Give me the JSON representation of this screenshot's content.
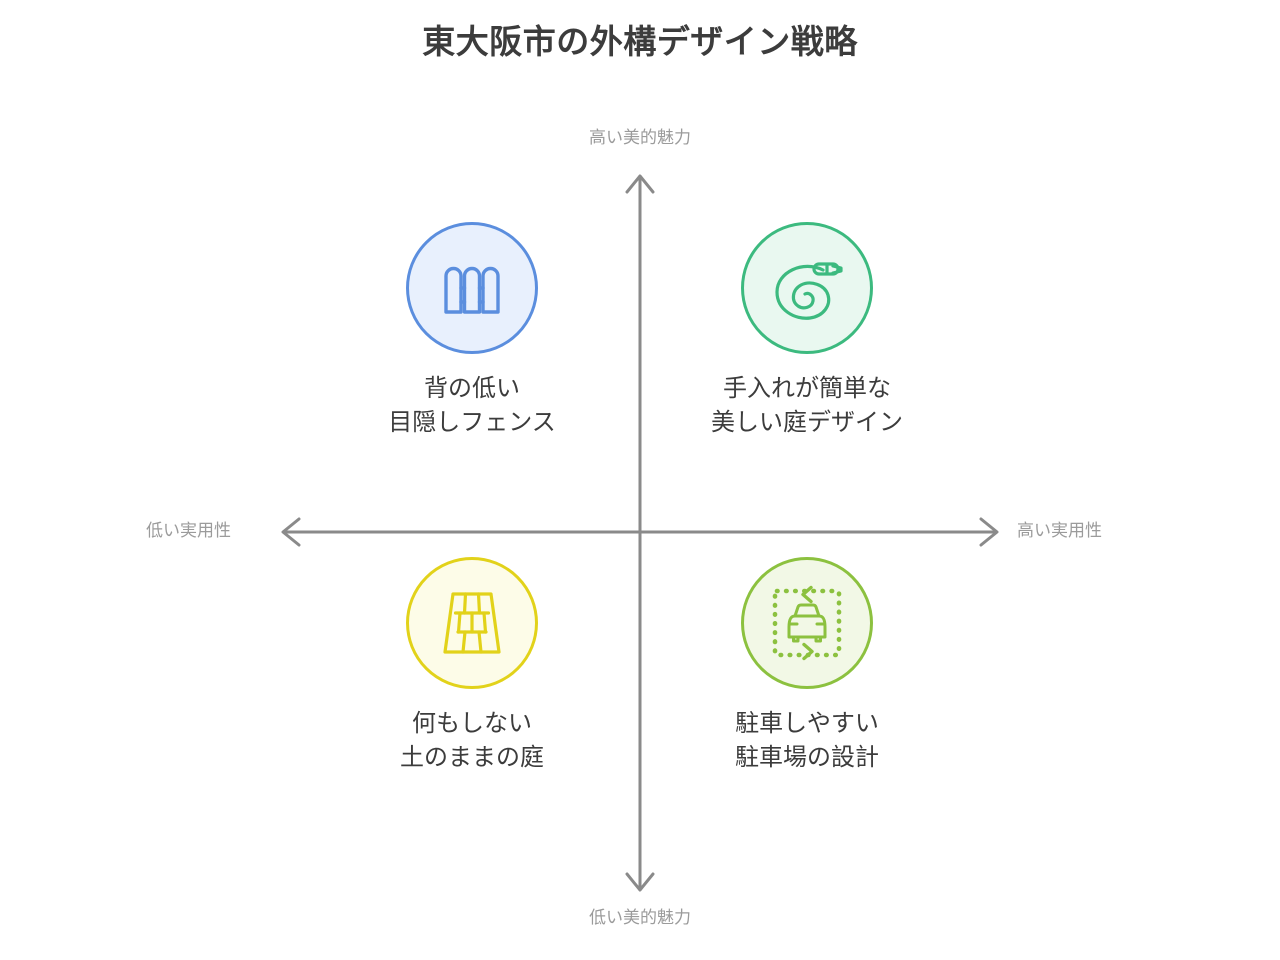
{
  "header": {
    "title": "東大阪市の外構デザイン戦略"
  },
  "axes": {
    "top_label": "高い美的魅力",
    "bottom_label": "低い美的魅力",
    "left_label": "低い実用性",
    "right_label": "高い実用性",
    "line_color": "#8a8a8a",
    "label_color": "#9b9b9b"
  },
  "quadrants": {
    "top_left": {
      "label": "背の低い\n目隠しフェンス",
      "icon": "fence-icon",
      "stroke_color": "#5b8ede",
      "fill_color": "#e8f0fd"
    },
    "top_right": {
      "label": "手入れが簡単な\n美しい庭デザイン",
      "icon": "garden-hose-icon",
      "stroke_color": "#3cba7f",
      "fill_color": "#e8f8f0"
    },
    "bottom_left": {
      "label": "何もしない\n土のままの庭",
      "icon": "paving-stones-icon",
      "stroke_color": "#e2d21a",
      "fill_color": "#fdfbe6"
    },
    "bottom_right": {
      "label": "駐車しやすい\n駐車場の設計",
      "icon": "parking-car-icon",
      "stroke_color": "#8cc13f",
      "fill_color": "#f2f8e6"
    }
  },
  "chart_data": {
    "type": "scatter",
    "title": "東大阪市の外構デザイン戦略",
    "xlabel": "実用性",
    "ylabel": "美的魅力",
    "x_axis_low": "低い実用性",
    "x_axis_high": "高い実用性",
    "y_axis_low": "低い美的魅力",
    "y_axis_high": "高い美的魅力",
    "grid": false,
    "legend": "none",
    "xlim": [
      -1,
      1
    ],
    "ylim": [
      -1,
      1
    ],
    "points": [
      {
        "label": "背の低い 目隠しフェンス",
        "quadrant": "top-left",
        "x": -0.52,
        "y": 0.62,
        "aesthetic": "high",
        "practicality": "low",
        "color": "#5b8ede"
      },
      {
        "label": "手入れが簡単な 美しい庭デザイン",
        "quadrant": "top-right",
        "x": 0.43,
        "y": 0.62,
        "aesthetic": "high",
        "practicality": "high",
        "color": "#3cba7f"
      },
      {
        "label": "何もしない 土のままの庭",
        "quadrant": "bottom-left",
        "x": -0.52,
        "y": -0.28,
        "aesthetic": "low",
        "practicality": "low",
        "color": "#e2d21a"
      },
      {
        "label": "駐車しやすい 駐車場の設計",
        "quadrant": "bottom-right",
        "x": 0.43,
        "y": -0.28,
        "aesthetic": "low",
        "practicality": "high",
        "color": "#8cc13f"
      }
    ]
  }
}
